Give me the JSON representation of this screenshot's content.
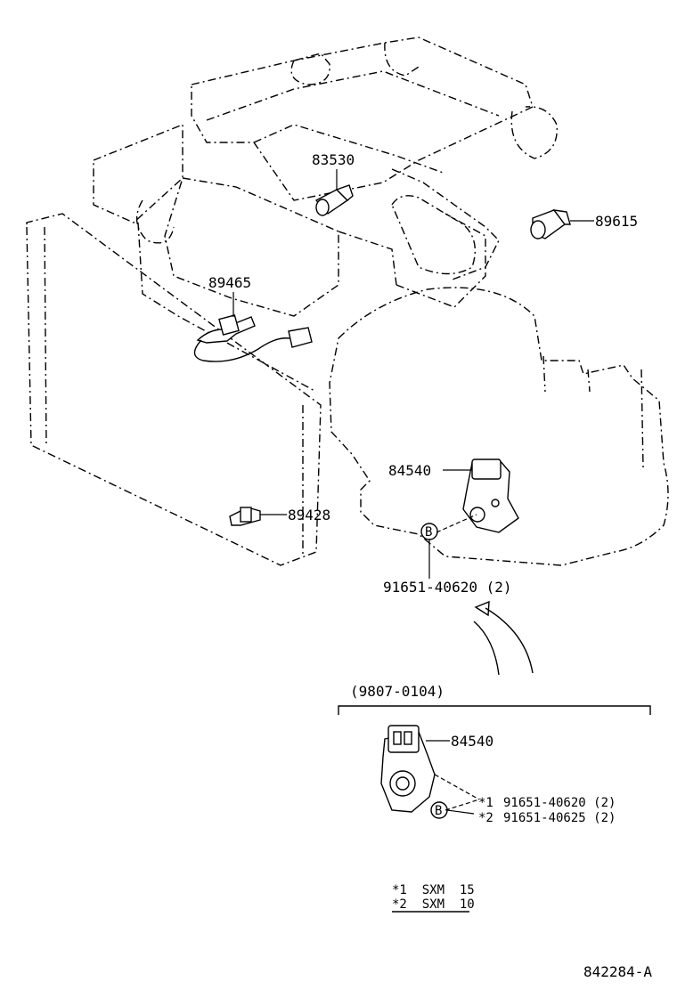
{
  "parts": {
    "p83530": "83530",
    "p89615": "89615",
    "p89465": "89465",
    "p84540": "84540",
    "p89428": "89428",
    "bolt_ref": "91651-40620 (2)"
  },
  "detail": {
    "range": "(9807-0104)",
    "part": "84540",
    "bolt1_mark": "*1",
    "bolt1": "91651-40620 (2)",
    "bolt2_mark": "*2",
    "bolt2": "91651-40625 (2)"
  },
  "callout_letter": "B",
  "legend": {
    "line1": "*1  SXM  15",
    "line2": "*2  SXM  10"
  },
  "figure_code": "842284-A"
}
